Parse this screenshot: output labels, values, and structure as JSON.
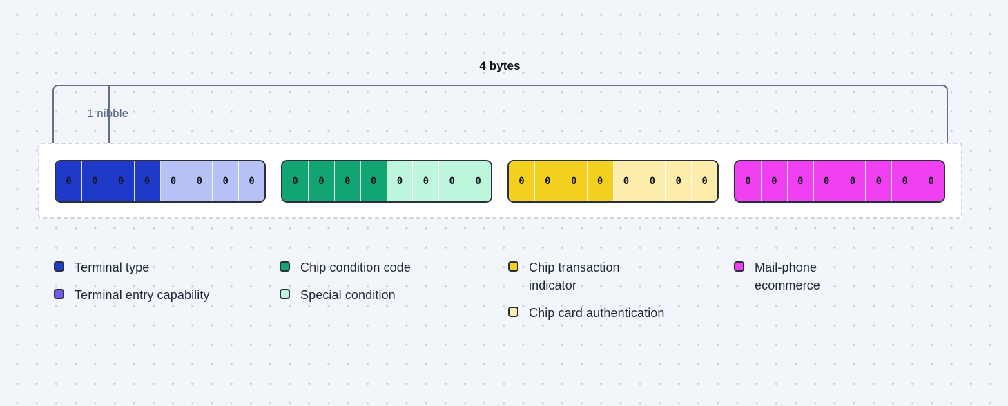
{
  "diagram": {
    "title": "4 bytes",
    "nibble_label": "1 nibble",
    "bit_value": "0",
    "colors": {
      "terminal_type": "#1f3ac9",
      "terminal_entry_capability_cell": "#b6c2f5",
      "terminal_entry_capability_swatch": "#6d5ef0",
      "chip_condition_code": "#12a572",
      "special_condition": "#bdf5dd",
      "chip_transaction_indicator": "#f4d021",
      "chip_card_authentication": "#fdeeac",
      "mail_phone_ecommerce": "#ef3ff0",
      "bracket": "#62718a",
      "dashed_border": "#cfd6de",
      "background": "#f2f6fa",
      "dot": "#c9d2db",
      "cell_outline": "#2b2f3a",
      "text": "#1d2838"
    },
    "blocks": [
      {
        "name": "byte-1",
        "cells": [
          {
            "value": "0",
            "color": "#1f3ac9"
          },
          {
            "value": "0",
            "color": "#1f3ac9"
          },
          {
            "value": "0",
            "color": "#1f3ac9"
          },
          {
            "value": "0",
            "color": "#1f3ac9"
          },
          {
            "value": "0",
            "color": "#b6c2f5"
          },
          {
            "value": "0",
            "color": "#b6c2f5"
          },
          {
            "value": "0",
            "color": "#b6c2f5"
          },
          {
            "value": "0",
            "color": "#b6c2f5"
          }
        ]
      },
      {
        "name": "byte-2",
        "cells": [
          {
            "value": "0",
            "color": "#12a572"
          },
          {
            "value": "0",
            "color": "#12a572"
          },
          {
            "value": "0",
            "color": "#12a572"
          },
          {
            "value": "0",
            "color": "#12a572"
          },
          {
            "value": "0",
            "color": "#bdf5dd"
          },
          {
            "value": "0",
            "color": "#bdf5dd"
          },
          {
            "value": "0",
            "color": "#bdf5dd"
          },
          {
            "value": "0",
            "color": "#bdf5dd"
          }
        ]
      },
      {
        "name": "byte-3",
        "cells": [
          {
            "value": "0",
            "color": "#f4d021"
          },
          {
            "value": "0",
            "color": "#f4d021"
          },
          {
            "value": "0",
            "color": "#f4d021"
          },
          {
            "value": "0",
            "color": "#f4d021"
          },
          {
            "value": "0",
            "color": "#fdeeac"
          },
          {
            "value": "0",
            "color": "#fdeeac"
          },
          {
            "value": "0",
            "color": "#fdeeac"
          },
          {
            "value": "0",
            "color": "#fdeeac"
          }
        ]
      },
      {
        "name": "byte-4",
        "cells": [
          {
            "value": "0",
            "color": "#ef3ff0"
          },
          {
            "value": "0",
            "color": "#ef3ff0"
          },
          {
            "value": "0",
            "color": "#ef3ff0"
          },
          {
            "value": "0",
            "color": "#ef3ff0"
          },
          {
            "value": "0",
            "color": "#ef3ff0"
          },
          {
            "value": "0",
            "color": "#ef3ff0"
          },
          {
            "value": "0",
            "color": "#ef3ff0"
          },
          {
            "value": "0",
            "color": "#ef3ff0"
          }
        ]
      }
    ],
    "legend_columns": [
      {
        "items": [
          {
            "label": "Terminal type",
            "color": "#1f3ac9"
          },
          {
            "label": "Terminal entry capability",
            "color": "#6d5ef0"
          }
        ]
      },
      {
        "items": [
          {
            "label": "Chip condition code",
            "color": "#12a572"
          },
          {
            "label": "Special condition",
            "color": "#bdf5dd"
          }
        ]
      },
      {
        "items": [
          {
            "label": "Chip transaction indicator",
            "color": "#f4d021"
          },
          {
            "label": "Chip card authentication",
            "color": "#fdeeac"
          }
        ]
      },
      {
        "items": [
          {
            "label": "Mail-phone ecommerce",
            "color": "#ef3ff0"
          }
        ]
      }
    ]
  }
}
